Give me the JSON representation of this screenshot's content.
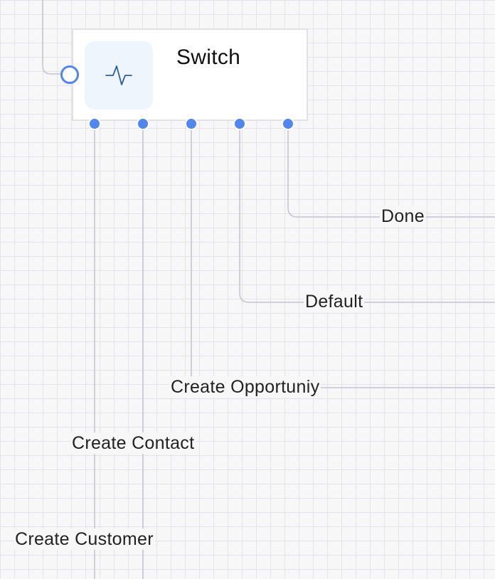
{
  "node": {
    "title": "Switch",
    "icon": "activity-pulse-icon",
    "icon_color": "#2f5f9a",
    "port_color": "#5186ec"
  },
  "edges": {
    "done": "Done",
    "default": "Default",
    "create_opportunity": "Create Opportuniy",
    "create_contact": "Create Contact",
    "create_customer": "Create Customer"
  },
  "colors": {
    "canvas": "#f7f7f8",
    "grid": "#e3e3e8",
    "edge_line": "#c4c4d0"
  }
}
